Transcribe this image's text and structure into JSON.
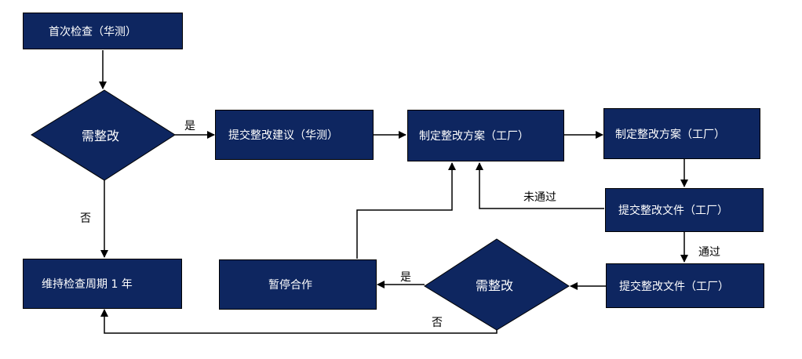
{
  "colors": {
    "node_fill": "#0e2660",
    "node_text": "#ffffff",
    "edge": "#000000"
  },
  "nodes": {
    "initial_inspection": "首次检查（华测）",
    "decision_1": "需整改",
    "submit_suggestion": "提交整改建议（华测）",
    "plan_a": "制定整改方案（工厂）",
    "plan_b": "制定整改方案（工厂）",
    "submit_doc_a": "提交整改文件（工厂）",
    "submit_doc_b": "提交整改文件（工厂）",
    "decision_2": "需整改",
    "pause_cooperation": "暂停合作",
    "maintain_cycle": "维持检查周期 1 年"
  },
  "edge_labels": {
    "yes_1": "是",
    "no_1": "否",
    "not_passed": "未通过",
    "passed": "通过",
    "yes_2": "是",
    "no_2": "否"
  }
}
